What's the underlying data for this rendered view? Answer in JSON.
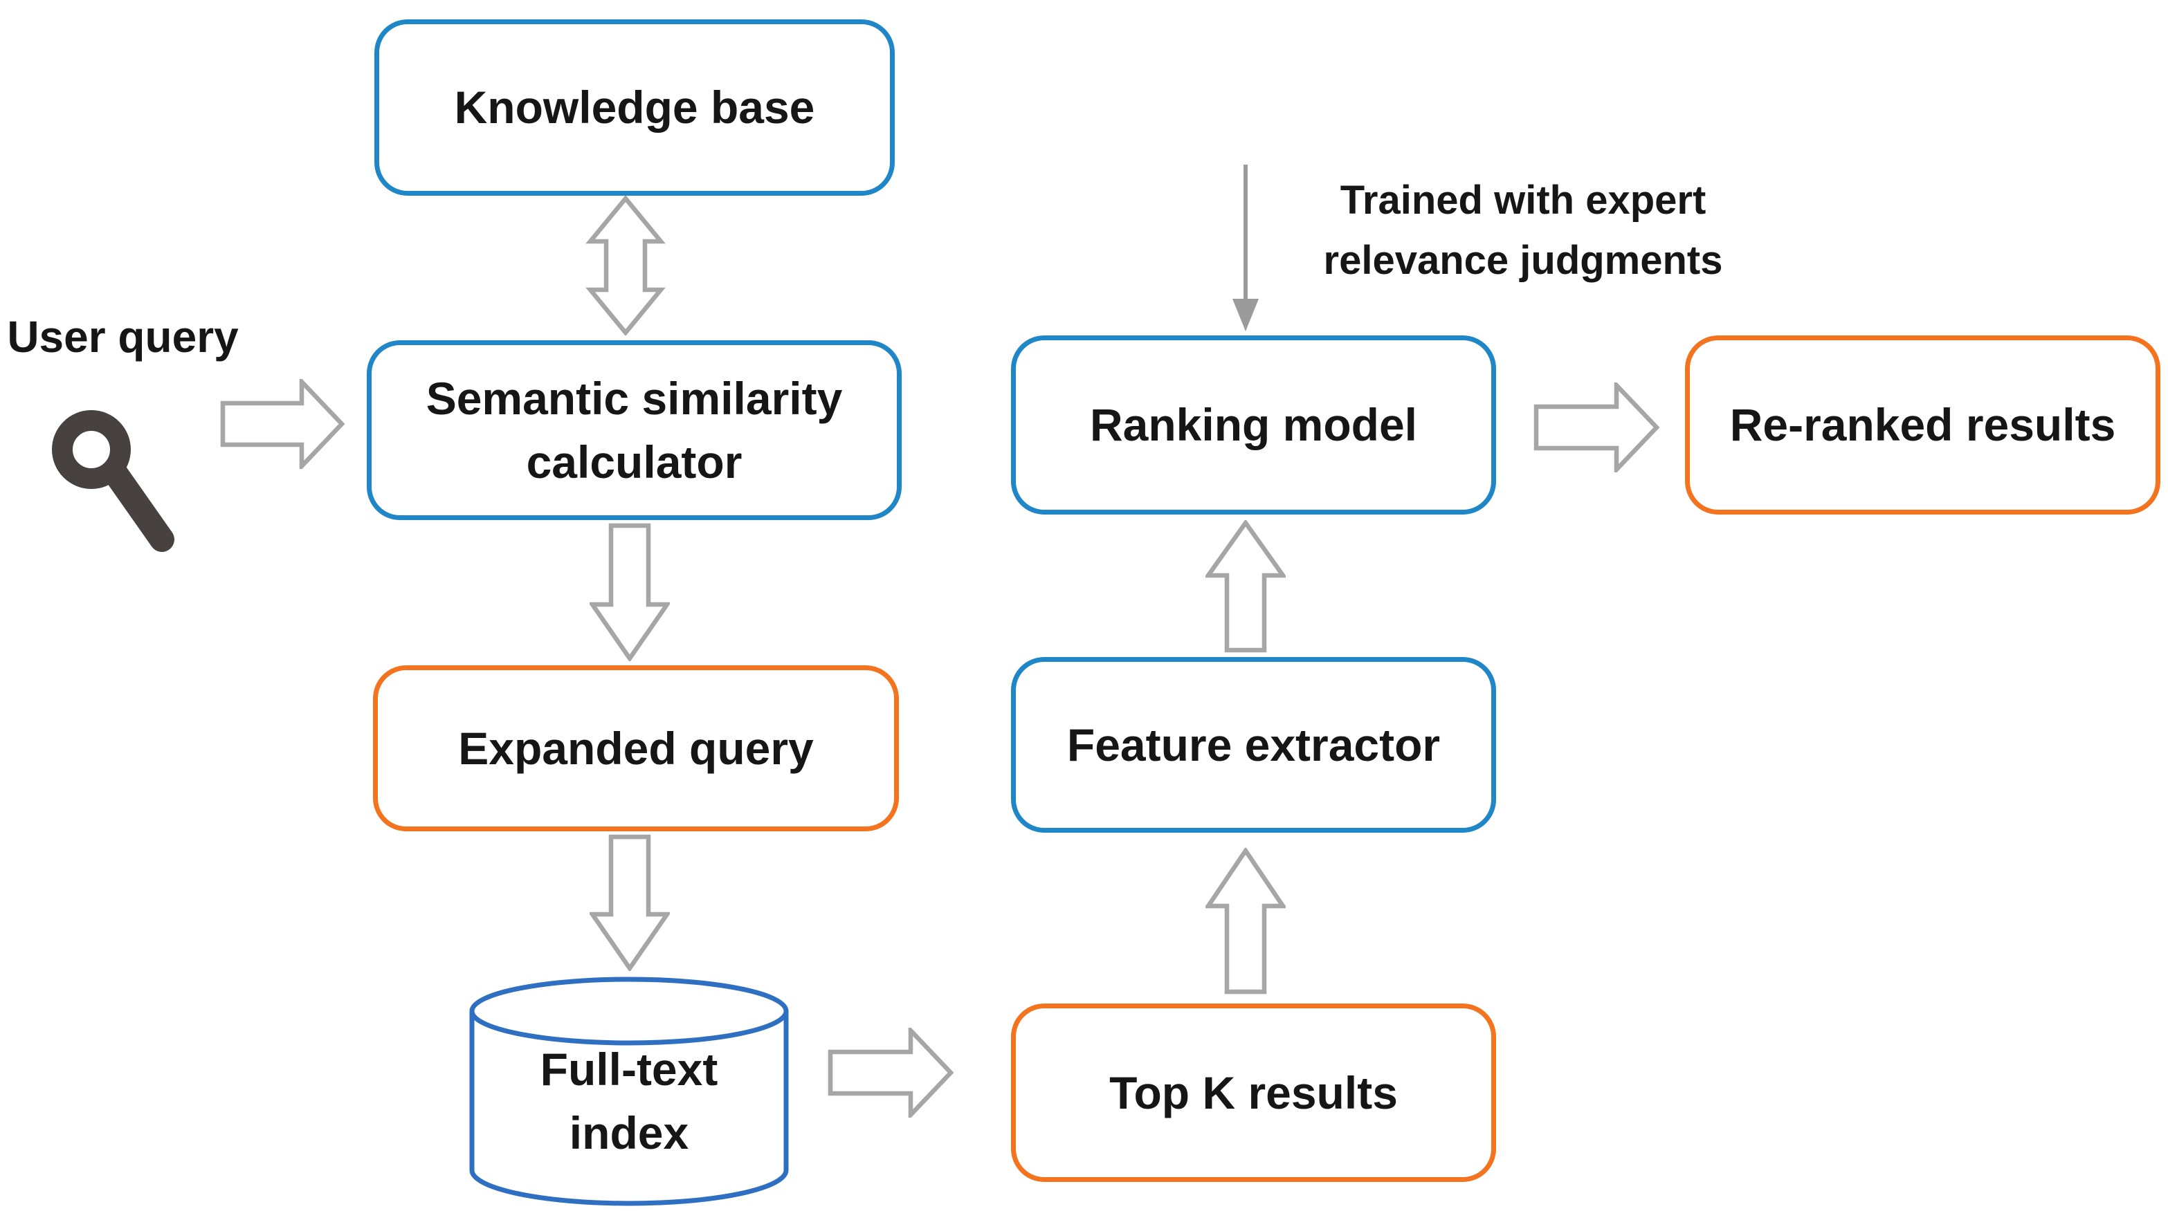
{
  "diagram": {
    "nodes": {
      "knowledge_base": {
        "label": "Knowledge base",
        "border_color": "#1F86C8"
      },
      "semantic_similarity_calculator": {
        "label": "Semantic similarity calculator",
        "border_color": "#1F86C8"
      },
      "expanded_query": {
        "label": "Expanded query",
        "border_color": "#F4731F"
      },
      "full_text_index": {
        "line1": "Full-text",
        "line2": "index",
        "border_color": "#2E6FC2"
      },
      "top_k_results": {
        "label": "Top K results",
        "border_color": "#F4731F"
      },
      "feature_extractor": {
        "label": "Feature extractor",
        "border_color": "#1F86C8"
      },
      "ranking_model": {
        "label": "Ranking model",
        "border_color": "#1F86C8"
      },
      "re_ranked_results": {
        "label": "Re-ranked results",
        "border_color": "#F4731F"
      }
    },
    "annotations": {
      "user_query_label": "User query",
      "training_note_line1": "Trained with expert",
      "training_note_line2": "relevance judgments"
    },
    "icons": {
      "magnifier": "search-icon"
    },
    "colors": {
      "box_blue": "#1F86C8",
      "box_orange": "#F4731F",
      "cylinder_blue": "#2E6FC2",
      "arrow_gray": "#A6A6A6",
      "thin_arrow_gray": "#9B9B9B",
      "icon_dark": "#474240",
      "text_black": "#161616",
      "background": "#FFFFFF"
    }
  }
}
